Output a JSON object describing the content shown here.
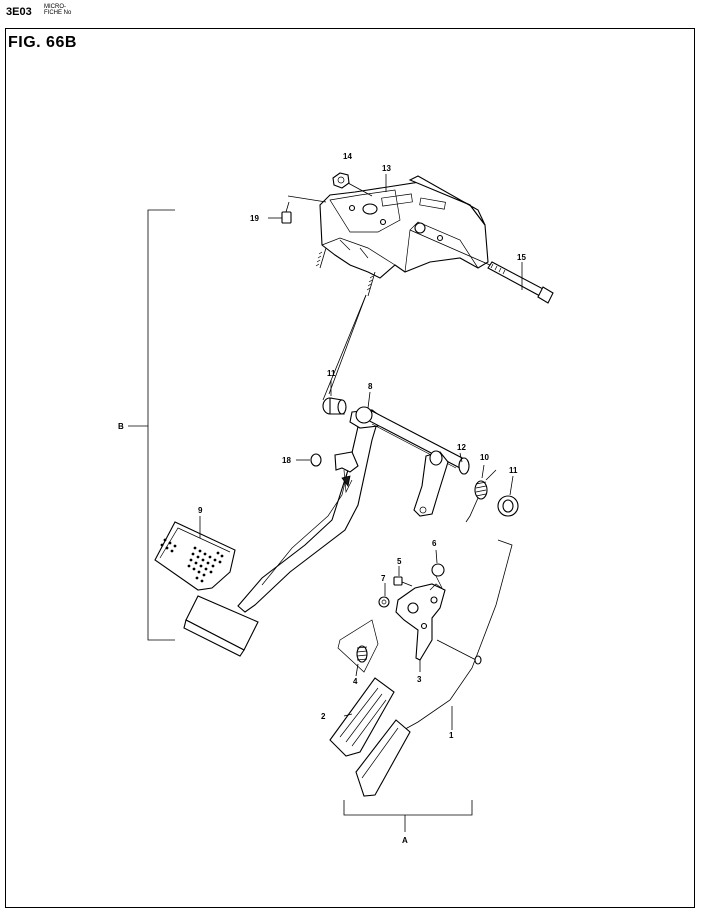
{
  "header": {
    "code": "3E03",
    "micro_line1": "MICRO-",
    "micro_line2": "FICHE No"
  },
  "figure": {
    "title": "FIG. 66B"
  },
  "callouts": {
    "p1": "1",
    "p2": "2",
    "p3": "3",
    "p4": "4",
    "p5": "5",
    "p6": "6",
    "p7": "7",
    "p8": "8",
    "p9": "9",
    "p10": "10",
    "p11a": "11",
    "p11b": "11",
    "p12": "12",
    "p13": "13",
    "p14": "14",
    "p15": "15",
    "p18": "18",
    "p19": "19"
  },
  "groups": {
    "a": "A",
    "b": "B"
  }
}
